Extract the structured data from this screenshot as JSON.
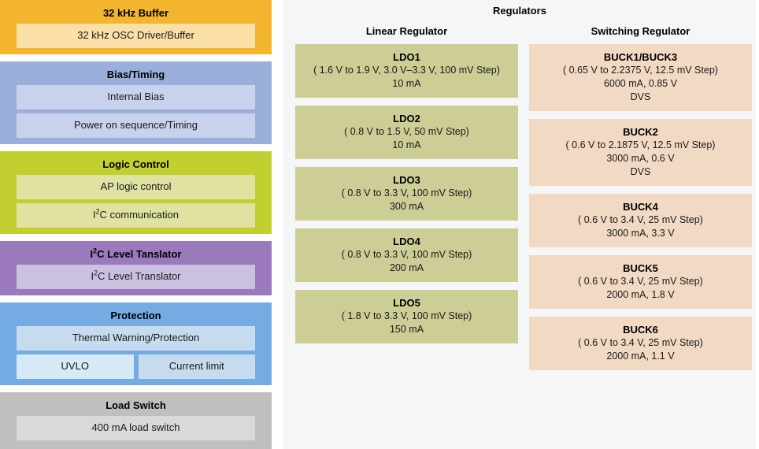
{
  "left_column": {
    "blocks": [
      {
        "id": "osc",
        "title": "32 kHz Buffer",
        "color": "#f4b52e",
        "items": [
          {
            "label": "32 kHz OSC Driver/Buffer"
          }
        ]
      },
      {
        "id": "bias",
        "title": "Bias/Timing",
        "color": "#9aafd9",
        "items": [
          {
            "label": "Internal Bias"
          },
          {
            "label": "Power on sequence/Timing"
          }
        ]
      },
      {
        "id": "logic",
        "title": "Logic Control",
        "color": "#c2cf30",
        "items": [
          {
            "label": "AP logic control"
          },
          {
            "label_html": "I<sup>2</sup>C communication",
            "label": "I2C communication"
          }
        ]
      },
      {
        "id": "i2c",
        "title_html": "I<sup>2</sup>C Level Tanslator",
        "title": "I2C Level Tanslator",
        "color": "#9a79bc",
        "items": [
          {
            "label_html": "I<sup>2</sup>C Level Translator",
            "label": "I2C Level Translator"
          }
        ]
      },
      {
        "id": "protection",
        "title": "Protection",
        "color": "#74abe2",
        "items": [
          {
            "label": "Thermal Warning/Protection"
          },
          {
            "label": "UVLO"
          },
          {
            "label": "Current limit"
          }
        ]
      },
      {
        "id": "load_switch",
        "title": "Load Switch",
        "color": "#bfbfbf",
        "items": [
          {
            "label": "400 mA load switch"
          }
        ]
      }
    ]
  },
  "regulators": {
    "title": "Regulators",
    "columns": [
      {
        "id": "linear",
        "header": "Linear Regulator",
        "color": "#cdcd96",
        "cards": [
          {
            "name": "LDO1",
            "lines": [
              "( 1.6 V to 1.9 V, 3.0 V–3.3 V, 100 mV Step)",
              "10 mA"
            ]
          },
          {
            "name": "LDO2",
            "lines": [
              "( 0.8 V to 1.5 V, 50 mV Step)",
              "10 mA"
            ]
          },
          {
            "name": "LDO3",
            "lines": [
              "( 0.8 V to 3.3 V, 100 mV Step)",
              "300 mA"
            ]
          },
          {
            "name": "LDO4",
            "lines": [
              "( 0.8 V to 3.3 V, 100 mV Step)",
              "200 mA"
            ]
          },
          {
            "name": "LDO5",
            "lines": [
              "( 1.8 V to 3.3 V, 100 mV Step)",
              "150 mA"
            ]
          }
        ]
      },
      {
        "id": "switching",
        "header": "Switching Regulator",
        "color": "#f2d9c4",
        "cards": [
          {
            "name": "BUCK1/BUCK3",
            "lines": [
              "( 0.65 V to 2.2375 V, 12.5 mV Step)",
              "6000 mA, 0.85 V",
              "DVS"
            ]
          },
          {
            "name": "BUCK2",
            "lines": [
              "( 0.6 V to 2.1875 V, 12.5 mV Step)",
              "3000 mA, 0.6 V",
              "DVS"
            ]
          },
          {
            "name": "BUCK4",
            "lines": [
              "( 0.6 V to 3.4 V, 25 mV Step)",
              "3000 mA, 3.3 V"
            ]
          },
          {
            "name": "BUCK5",
            "lines": [
              "( 0.6 V to 3.4 V, 25 mV Step)",
              "2000 mA, 1.8 V"
            ]
          },
          {
            "name": "BUCK6",
            "lines": [
              "( 0.6 V to 3.4 V, 25 mV Step)",
              "2000 mA, 1.1 V"
            ]
          }
        ]
      }
    ]
  }
}
